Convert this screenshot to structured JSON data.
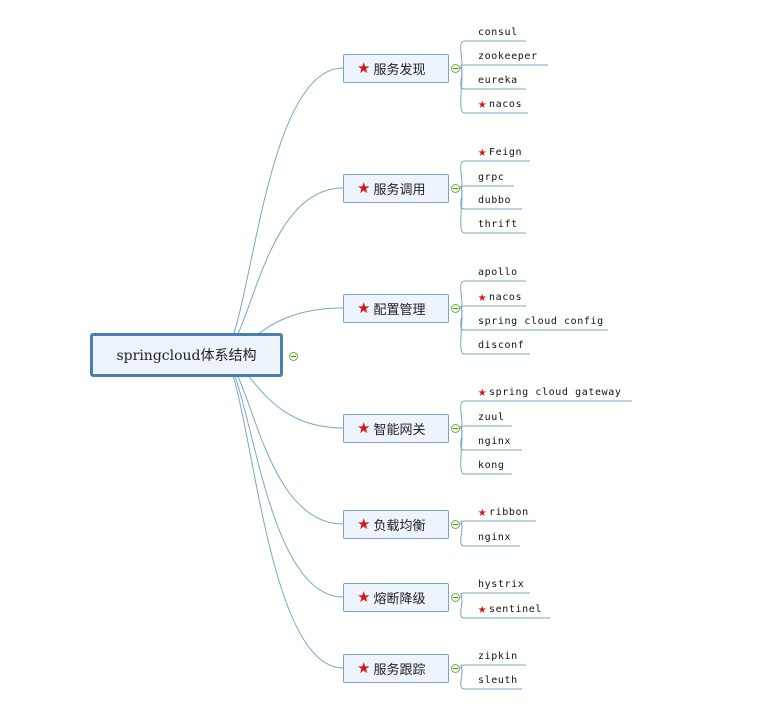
{
  "root": {
    "label": "springcloud体系结构"
  },
  "branches": [
    {
      "label": "服务发现",
      "starred": true,
      "leaves": [
        {
          "label": "consul",
          "starred": false
        },
        {
          "label": "zookeeper",
          "starred": false
        },
        {
          "label": "eureka",
          "starred": false
        },
        {
          "label": "nacos",
          "starred": true
        }
      ]
    },
    {
      "label": "服务调用",
      "starred": true,
      "leaves": [
        {
          "label": "Feign",
          "starred": true
        },
        {
          "label": "grpc",
          "starred": false
        },
        {
          "label": "dubbo",
          "starred": false
        },
        {
          "label": "thrift",
          "starred": false
        }
      ]
    },
    {
      "label": "配置管理",
      "starred": true,
      "leaves": [
        {
          "label": "apollo",
          "starred": false
        },
        {
          "label": "nacos",
          "starred": true
        },
        {
          "label": "spring cloud config",
          "starred": false
        },
        {
          "label": "disconf",
          "starred": false
        }
      ]
    },
    {
      "label": "智能网关",
      "starred": true,
      "leaves": [
        {
          "label": "spring cloud gateway",
          "starred": true
        },
        {
          "label": "zuul",
          "starred": false
        },
        {
          "label": "nginx",
          "starred": false
        },
        {
          "label": "kong",
          "starred": false
        }
      ]
    },
    {
      "label": "负载均衡",
      "starred": true,
      "leaves": [
        {
          "label": "ribbon",
          "starred": true
        },
        {
          "label": "nginx",
          "starred": false
        }
      ]
    },
    {
      "label": "熔断降级",
      "starred": true,
      "leaves": [
        {
          "label": "hystrix",
          "starred": false
        },
        {
          "label": "sentinel",
          "starred": true
        }
      ]
    },
    {
      "label": "服务跟踪",
      "starred": true,
      "leaves": [
        {
          "label": "zipkin",
          "starred": false
        },
        {
          "label": "sleuth",
          "starred": false
        }
      ]
    }
  ],
  "colors": {
    "connector": "#7aa6c8",
    "star": "#d31a1a",
    "toggle": "#6fae3b"
  },
  "icons": {
    "marker": "star-icon",
    "collapse": "collapse-toggle-icon"
  }
}
